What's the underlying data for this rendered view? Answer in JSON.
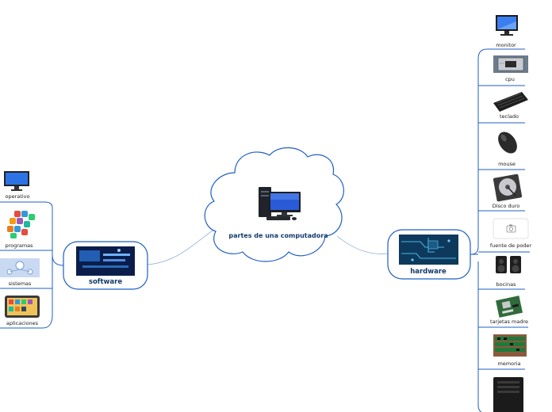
{
  "central": {
    "label": "partes de una computadora",
    "icon": "desktop-computer-icon"
  },
  "software": {
    "label": "software",
    "children": [
      {
        "label": "operativo",
        "icon": "monitor-icon"
      },
      {
        "label": "programas",
        "icon": "apps-cluster-icon"
      },
      {
        "label": "sistemas",
        "icon": "network-icon"
      },
      {
        "label": "aplicaciones",
        "icon": "tablet-apps-icon"
      }
    ]
  },
  "hardware": {
    "label": "hardware",
    "children": [
      {
        "label": "monitor",
        "icon": "monitor-icon"
      },
      {
        "label": "cpu",
        "icon": "cpu-chip-icon"
      },
      {
        "label": "teclado",
        "icon": "keyboard-icon"
      },
      {
        "label": "mouse",
        "icon": "mouse-icon"
      },
      {
        "label": "Disco duro",
        "icon": "hard-disk-icon"
      },
      {
        "label": "fuente de poder",
        "icon": "camera-placeholder-icon"
      },
      {
        "label": "bocinas",
        "icon": "speakers-icon"
      },
      {
        "label": "tarjetas madre",
        "icon": "motherboard-icon"
      },
      {
        "label": "memoria",
        "icon": "ram-memory-icon"
      },
      {
        "label": "",
        "icon": "pc-tower-icon"
      }
    ]
  },
  "colors": {
    "line": "#1f5fc4",
    "connector": "#8fb0dc",
    "label": "#123a6b"
  }
}
